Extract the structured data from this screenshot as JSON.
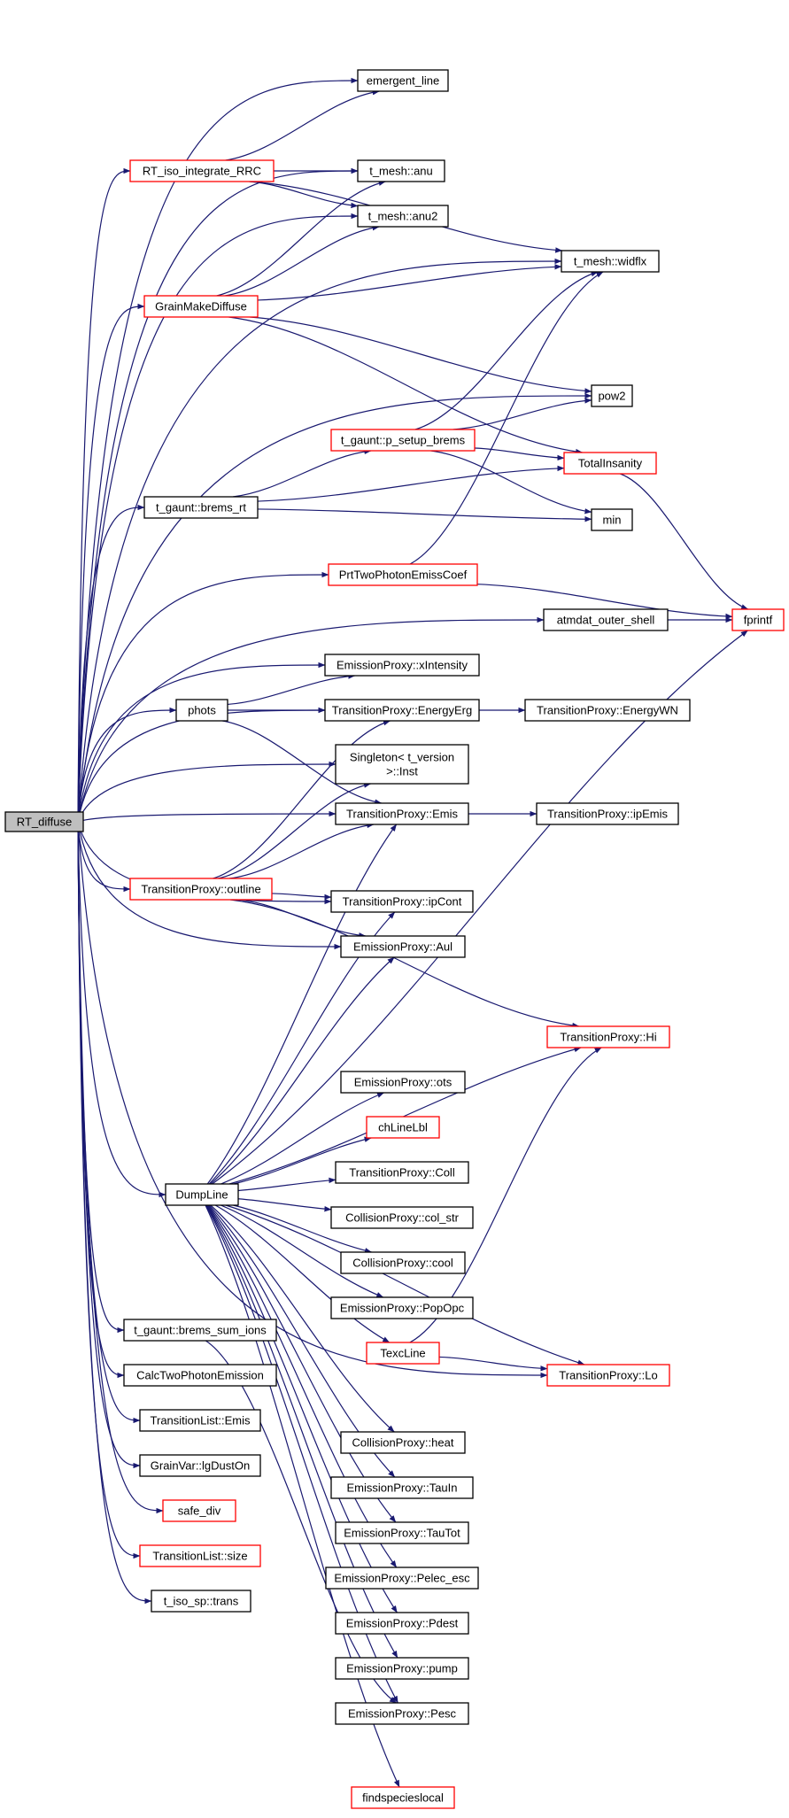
{
  "colors": {
    "edge": "#191970",
    "node_border_black": "#000000",
    "node_border_red": "#ff0000",
    "root_fill": "#bfbfbf",
    "node_fill": "#ffffff"
  },
  "nodes": [
    {
      "id": "rt_diffuse",
      "lines": [
        "RT_diffuse"
      ],
      "border": "black",
      "root": true
    },
    {
      "id": "emergent_line",
      "lines": [
        "emergent_line"
      ],
      "border": "black"
    },
    {
      "id": "rt_iso_integrate_rrc",
      "lines": [
        "RT_iso_integrate_RRC"
      ],
      "border": "red"
    },
    {
      "id": "t_mesh_anu",
      "lines": [
        "t_mesh::anu"
      ],
      "border": "black"
    },
    {
      "id": "t_mesh_anu2",
      "lines": [
        "t_mesh::anu2"
      ],
      "border": "black"
    },
    {
      "id": "t_mesh_widflx",
      "lines": [
        "t_mesh::widflx"
      ],
      "border": "black"
    },
    {
      "id": "grainmakediffuse",
      "lines": [
        "GrainMakeDiffuse"
      ],
      "border": "red"
    },
    {
      "id": "pow2",
      "lines": [
        "pow2"
      ],
      "border": "black"
    },
    {
      "id": "t_gaunt_p_setup_brems",
      "lines": [
        "t_gaunt::p_setup_brems"
      ],
      "border": "red"
    },
    {
      "id": "totalinsanity",
      "lines": [
        "TotalInsanity"
      ],
      "border": "red"
    },
    {
      "id": "t_gaunt_brems_rt",
      "lines": [
        "t_gaunt::brems_rt"
      ],
      "border": "black"
    },
    {
      "id": "min",
      "lines": [
        "min"
      ],
      "border": "black"
    },
    {
      "id": "prttwophotonemisscoef",
      "lines": [
        "PrtTwoPhotonEmissCoef"
      ],
      "border": "red"
    },
    {
      "id": "atmdat_outer_shell",
      "lines": [
        "atmdat_outer_shell"
      ],
      "border": "black"
    },
    {
      "id": "fprintf",
      "lines": [
        "fprintf"
      ],
      "border": "red"
    },
    {
      "id": "emissionproxy_xintensity",
      "lines": [
        "EmissionProxy::xIntensity"
      ],
      "border": "black"
    },
    {
      "id": "phots",
      "lines": [
        "phots"
      ],
      "border": "black"
    },
    {
      "id": "transitionproxy_energyerg",
      "lines": [
        "TransitionProxy::EnergyErg"
      ],
      "border": "black"
    },
    {
      "id": "transitionproxy_energywn",
      "lines": [
        "TransitionProxy::EnergyWN"
      ],
      "border": "black"
    },
    {
      "id": "singleton_t_version_inst",
      "lines": [
        "Singleton< t_version",
        ">::Inst"
      ],
      "border": "black"
    },
    {
      "id": "transitionproxy_emis",
      "lines": [
        "TransitionProxy::Emis"
      ],
      "border": "black"
    },
    {
      "id": "transitionproxy_ipemis",
      "lines": [
        "TransitionProxy::ipEmis"
      ],
      "border": "black"
    },
    {
      "id": "transitionproxy_outline",
      "lines": [
        "TransitionProxy::outline"
      ],
      "border": "red"
    },
    {
      "id": "transitionproxy_ipcont",
      "lines": [
        "TransitionProxy::ipCont"
      ],
      "border": "black"
    },
    {
      "id": "emissionproxy_aul",
      "lines": [
        "EmissionProxy::Aul"
      ],
      "border": "black"
    },
    {
      "id": "transitionproxy_hi",
      "lines": [
        "TransitionProxy::Hi"
      ],
      "border": "red"
    },
    {
      "id": "emissionproxy_ots",
      "lines": [
        "EmissionProxy::ots"
      ],
      "border": "black"
    },
    {
      "id": "chlinelbl",
      "lines": [
        "chLineLbl"
      ],
      "border": "red"
    },
    {
      "id": "transitionproxy_coll",
      "lines": [
        "TransitionProxy::Coll"
      ],
      "border": "black"
    },
    {
      "id": "dumpline",
      "lines": [
        "DumpLine"
      ],
      "border": "black"
    },
    {
      "id": "collisionproxy_col_str",
      "lines": [
        "CollisionProxy::col_str"
      ],
      "border": "black"
    },
    {
      "id": "collisionproxy_cool",
      "lines": [
        "CollisionProxy::cool"
      ],
      "border": "black"
    },
    {
      "id": "emissionproxy_popopc",
      "lines": [
        "EmissionProxy::PopOpc"
      ],
      "border": "black"
    },
    {
      "id": "t_gaunt_brems_sum_ions",
      "lines": [
        "t_gaunt::brems_sum_ions"
      ],
      "border": "black"
    },
    {
      "id": "texcline",
      "lines": [
        "TexcLine"
      ],
      "border": "red"
    },
    {
      "id": "transitionproxy_lo",
      "lines": [
        "TransitionProxy::Lo"
      ],
      "border": "red"
    },
    {
      "id": "calctwophotonemission",
      "lines": [
        "CalcTwoPhotonEmission"
      ],
      "border": "black"
    },
    {
      "id": "transitionlist_emis",
      "lines": [
        "TransitionList::Emis"
      ],
      "border": "black"
    },
    {
      "id": "collisionproxy_heat",
      "lines": [
        "CollisionProxy::heat"
      ],
      "border": "black"
    },
    {
      "id": "grainvar_lgduston",
      "lines": [
        "GrainVar::lgDustOn"
      ],
      "border": "black"
    },
    {
      "id": "emissionproxy_tauin",
      "lines": [
        "EmissionProxy::TauIn"
      ],
      "border": "black"
    },
    {
      "id": "safe_div",
      "lines": [
        "safe_div"
      ],
      "border": "red"
    },
    {
      "id": "emissionproxy_tautot",
      "lines": [
        "EmissionProxy::TauTot"
      ],
      "border": "black"
    },
    {
      "id": "transitionlist_size",
      "lines": [
        "TransitionList::size"
      ],
      "border": "red"
    },
    {
      "id": "emissionproxy_pelec_esc",
      "lines": [
        "EmissionProxy::Pelec_esc"
      ],
      "border": "black"
    },
    {
      "id": "t_iso_sp_trans",
      "lines": [
        "t_iso_sp::trans"
      ],
      "border": "black"
    },
    {
      "id": "emissionproxy_pdest",
      "lines": [
        "EmissionProxy::Pdest"
      ],
      "border": "black"
    },
    {
      "id": "emissionproxy_pump",
      "lines": [
        "EmissionProxy::pump"
      ],
      "border": "black"
    },
    {
      "id": "emissionproxy_pesc",
      "lines": [
        "EmissionProxy::Pesc"
      ],
      "border": "black"
    },
    {
      "id": "findspecieslocal",
      "lines": [
        "findspecieslocal"
      ],
      "border": "red"
    }
  ],
  "edges": [
    [
      "rt_diffuse",
      "emergent_line"
    ],
    [
      "rt_diffuse",
      "rt_iso_integrate_rrc"
    ],
    [
      "rt_diffuse",
      "t_mesh_anu"
    ],
    [
      "rt_diffuse",
      "t_mesh_anu2"
    ],
    [
      "rt_diffuse",
      "t_mesh_widflx"
    ],
    [
      "rt_diffuse",
      "grainmakediffuse"
    ],
    [
      "rt_diffuse",
      "pow2"
    ],
    [
      "rt_diffuse",
      "t_gaunt_brems_rt"
    ],
    [
      "rt_diffuse",
      "prttwophotonemisscoef"
    ],
    [
      "rt_diffuse",
      "atmdat_outer_shell"
    ],
    [
      "rt_diffuse",
      "emissionproxy_xintensity"
    ],
    [
      "rt_diffuse",
      "phots"
    ],
    [
      "rt_diffuse",
      "transitionproxy_energyerg"
    ],
    [
      "rt_diffuse",
      "singleton_t_version_inst"
    ],
    [
      "rt_diffuse",
      "transitionproxy_emis"
    ],
    [
      "rt_diffuse",
      "transitionproxy_outline"
    ],
    [
      "rt_diffuse",
      "transitionproxy_ipcont"
    ],
    [
      "rt_diffuse",
      "emissionproxy_aul"
    ],
    [
      "rt_diffuse",
      "dumpline"
    ],
    [
      "rt_diffuse",
      "t_gaunt_brems_sum_ions"
    ],
    [
      "rt_diffuse",
      "calctwophotonemission"
    ],
    [
      "rt_diffuse",
      "transitionlist_emis"
    ],
    [
      "rt_diffuse",
      "grainvar_lgduston"
    ],
    [
      "rt_diffuse",
      "safe_div"
    ],
    [
      "rt_diffuse",
      "transitionlist_size"
    ],
    [
      "rt_diffuse",
      "t_iso_sp_trans"
    ],
    [
      "rt_diffuse",
      "transitionproxy_lo"
    ],
    [
      "rt_iso_integrate_rrc",
      "emergent_line"
    ],
    [
      "rt_iso_integrate_rrc",
      "t_mesh_anu"
    ],
    [
      "rt_iso_integrate_rrc",
      "t_mesh_anu2"
    ],
    [
      "rt_iso_integrate_rrc",
      "t_mesh_widflx"
    ],
    [
      "grainmakediffuse",
      "t_mesh_anu"
    ],
    [
      "grainmakediffuse",
      "t_mesh_anu2"
    ],
    [
      "grainmakediffuse",
      "t_mesh_widflx"
    ],
    [
      "grainmakediffuse",
      "pow2"
    ],
    [
      "grainmakediffuse",
      "totalinsanity"
    ],
    [
      "t_gaunt_brems_rt",
      "t_gaunt_p_setup_brems"
    ],
    [
      "t_gaunt_brems_rt",
      "totalinsanity"
    ],
    [
      "t_gaunt_brems_rt",
      "min"
    ],
    [
      "t_gaunt_p_setup_brems",
      "t_mesh_widflx"
    ],
    [
      "t_gaunt_p_setup_brems",
      "pow2"
    ],
    [
      "t_gaunt_p_setup_brems",
      "totalinsanity"
    ],
    [
      "t_gaunt_p_setup_brems",
      "min"
    ],
    [
      "totalinsanity",
      "fprintf"
    ],
    [
      "prttwophotonemisscoef",
      "t_mesh_widflx"
    ],
    [
      "prttwophotonemisscoef",
      "fprintf"
    ],
    [
      "atmdat_outer_shell",
      "fprintf"
    ],
    [
      "phots",
      "emissionproxy_xintensity"
    ],
    [
      "phots",
      "transitionproxy_energyerg"
    ],
    [
      "phots",
      "transitionproxy_emis"
    ],
    [
      "transitionproxy_energyerg",
      "transitionproxy_energywn"
    ],
    [
      "transitionproxy_emis",
      "transitionproxy_ipemis"
    ],
    [
      "transitionproxy_outline",
      "transitionproxy_energyerg"
    ],
    [
      "transitionproxy_outline",
      "singleton_t_version_inst"
    ],
    [
      "transitionproxy_outline",
      "transitionproxy_emis"
    ],
    [
      "transitionproxy_outline",
      "transitionproxy_ipcont"
    ],
    [
      "transitionproxy_outline",
      "emissionproxy_aul"
    ],
    [
      "transitionproxy_outline",
      "transitionproxy_hi"
    ],
    [
      "dumpline",
      "transitionproxy_emis"
    ],
    [
      "dumpline",
      "transitionproxy_ipcont"
    ],
    [
      "dumpline",
      "emissionproxy_aul"
    ],
    [
      "dumpline",
      "fprintf"
    ],
    [
      "dumpline",
      "transitionproxy_hi"
    ],
    [
      "dumpline",
      "emissionproxy_ots"
    ],
    [
      "dumpline",
      "chlinelbl"
    ],
    [
      "dumpline",
      "transitionproxy_coll"
    ],
    [
      "dumpline",
      "collisionproxy_col_str"
    ],
    [
      "dumpline",
      "collisionproxy_cool"
    ],
    [
      "dumpline",
      "emissionproxy_popopc"
    ],
    [
      "dumpline",
      "texcline"
    ],
    [
      "dumpline",
      "transitionproxy_lo"
    ],
    [
      "dumpline",
      "collisionproxy_heat"
    ],
    [
      "dumpline",
      "emissionproxy_tauin"
    ],
    [
      "dumpline",
      "emissionproxy_tautot"
    ],
    [
      "dumpline",
      "emissionproxy_pelec_esc"
    ],
    [
      "dumpline",
      "emissionproxy_pdest"
    ],
    [
      "dumpline",
      "emissionproxy_pump"
    ],
    [
      "dumpline",
      "emissionproxy_pesc"
    ],
    [
      "dumpline",
      "findspecieslocal"
    ],
    [
      "texcline",
      "transitionproxy_hi"
    ],
    [
      "texcline",
      "transitionproxy_lo"
    ],
    [
      "t_gaunt_brems_sum_ions",
      "emissionproxy_pesc"
    ]
  ]
}
